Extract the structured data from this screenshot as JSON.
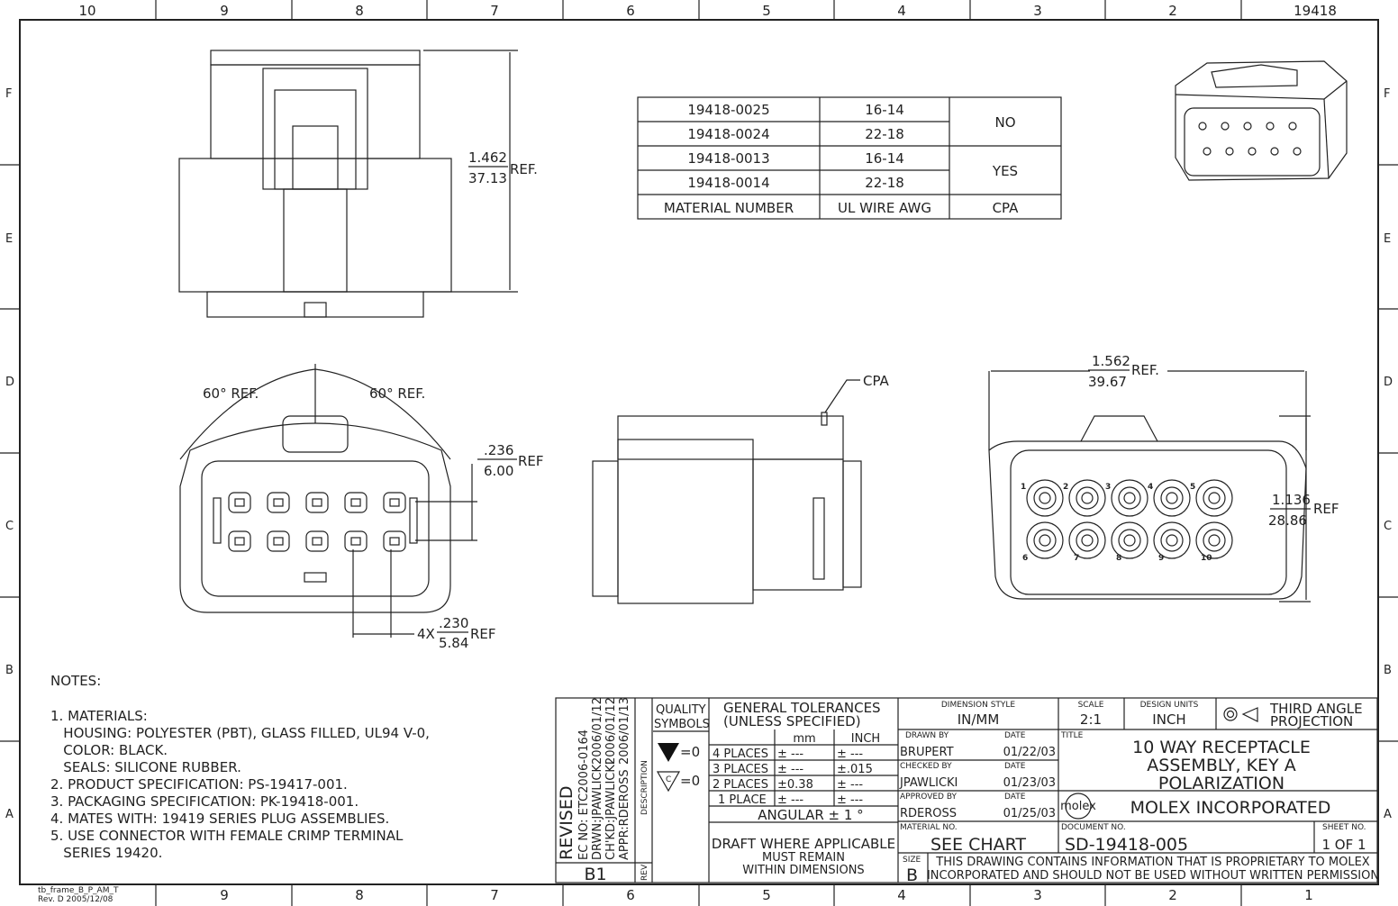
{
  "frame": {
    "col_labels_top": [
      "10",
      "9",
      "8",
      "7",
      "6",
      "5",
      "4",
      "3",
      "2"
    ],
    "corner_number": "19418",
    "col_labels_bottom": [
      "9",
      "8",
      "7",
      "6",
      "5",
      "4",
      "3",
      "2",
      "1"
    ],
    "row_labels": [
      "F",
      "E",
      "D",
      "C",
      "B",
      "A"
    ],
    "frame_id": "tb_frame_B_P_AM_T",
    "frame_rev": "Rev. D 2005/12/08"
  },
  "part_table": {
    "headers": [
      "MATERIAL NUMBER",
      "UL WIRE AWG",
      "CPA"
    ],
    "rows": [
      {
        "material": "19418-0025",
        "awg": "16-14"
      },
      {
        "material": "19418-0024",
        "awg": "22-18"
      },
      {
        "material": "19418-0013",
        "awg": "16-14"
      },
      {
        "material": "19418-0014",
        "awg": "22-18"
      }
    ],
    "cpa_groups": [
      "NO",
      "YES"
    ]
  },
  "dimensions": {
    "height_top_in": "1.462",
    "height_top_mm": "37.13",
    "ref": "REF.",
    "angle_left": "60° REF.",
    "angle_right": "60° REF.",
    "pitch_v_in": ".236",
    "pitch_v_mm": "6.00",
    "ref2": "REF",
    "pitch_h_prefix": "4X",
    "pitch_h_in": ".230",
    "pitch_h_mm": "5.84",
    "width_in": "1.562",
    "width_mm": "39.67",
    "height_front_in": "1.136",
    "height_front_mm": "28.86",
    "cpa_label": "CPA",
    "cavity_numbers": [
      "1",
      "2",
      "3",
      "4",
      "5",
      "6",
      "7",
      "8",
      "9",
      "10"
    ]
  },
  "notes": {
    "heading": "NOTES:",
    "lines": [
      "1. MATERIALS:",
      "   HOUSING: POLYESTER (PBT), GLASS FILLED, UL94 V-0,",
      "   COLOR: BLACK.",
      "   SEALS: SILICONE RUBBER.",
      "2. PRODUCT SPECIFICATION: PS-19417-001.",
      "3. PACKAGING SPECIFICATION: PK-19418-001.",
      "4. MATES WITH: 19419 SERIES PLUG ASSEMBLIES.",
      "5. USE CONNECTOR WITH FEMALE CRIMP TERMINAL",
      "   SERIES 19420."
    ]
  },
  "revision": {
    "title": "REVISED",
    "ec_no": "EC NO: ETC2006-0164",
    "drwn": "DRWN:JPAWLICK",
    "drwn_date": "2006/01/12",
    "chkd": "CH'KD:JPAWLICKI",
    "chkd_date": "2006/01/12",
    "appr": "APPR:RDEROSS",
    "appr_date": "2006/01/13",
    "description_label": "DESCRIPTION",
    "rev": "B1",
    "rev_label": "REV"
  },
  "quality": {
    "title1": "QUALITY",
    "title2": "SYMBOLS",
    "sym1": "=0",
    "sym2": "=0",
    "sym2_letter": "C"
  },
  "tolerances": {
    "title1": "GENERAL TOLERANCES",
    "title2": "(UNLESS SPECIFIED)",
    "col_mm": "mm",
    "col_inch": "INCH",
    "rows": [
      {
        "label": "4 PLACES",
        "mm": "± ---",
        "inch": "± ---"
      },
      {
        "label": "3 PLACES",
        "mm": "± ---",
        "inch": "±.015"
      },
      {
        "label": "2 PLACES",
        "mm": "±0.38",
        "inch": "± ---"
      },
      {
        "label": "1 PLACE",
        "mm": "± ---",
        "inch": "± ---"
      }
    ],
    "angular": "ANGULAR ± 1 °",
    "draft1": "DRAFT WHERE APPLICABLE",
    "draft2": "MUST REMAIN",
    "draft3": "WITHIN DIMENSIONS"
  },
  "title_block": {
    "dim_style_label": "DIMENSION STYLE",
    "dim_style": "IN/MM",
    "scale_label": "SCALE",
    "scale": "2:1",
    "units_label": "DESIGN UNITS",
    "units": "INCH",
    "projection1": "THIRD ANGLE",
    "projection2": "PROJECTION",
    "drawn_by_label": "DRAWN BY",
    "drawn_by": "BRUPERT",
    "drawn_date": "01/22/03",
    "checked_by_label": "CHECKED BY",
    "checked_by": "JPAWLICKI",
    "checked_date": "01/23/03",
    "approved_by_label": "APPROVED BY",
    "approved_by": "RDEROSS",
    "approved_date": "01/25/03",
    "date_label": "DATE",
    "title_label": "TITLE",
    "title1": "10 WAY RECEPTACLE",
    "title2": "ASSEMBLY, KEY A",
    "title3": "POLARIZATION",
    "logo": "molex",
    "company": "MOLEX INCORPORATED",
    "material_no_label": "MATERIAL NO.",
    "material_no": "SEE CHART",
    "document_no_label": "DOCUMENT NO.",
    "document_no": "SD-19418-005",
    "sheet_label": "SHEET NO.",
    "sheet": "1 OF 1",
    "size_label": "SIZE",
    "size": "B",
    "proprietary1": "THIS DRAWING CONTAINS INFORMATION THAT IS PROPRIETARY TO MOLEX",
    "proprietary2": "INCORPORATED AND SHOULD NOT BE USED WITHOUT WRITTEN PERMISSION"
  }
}
